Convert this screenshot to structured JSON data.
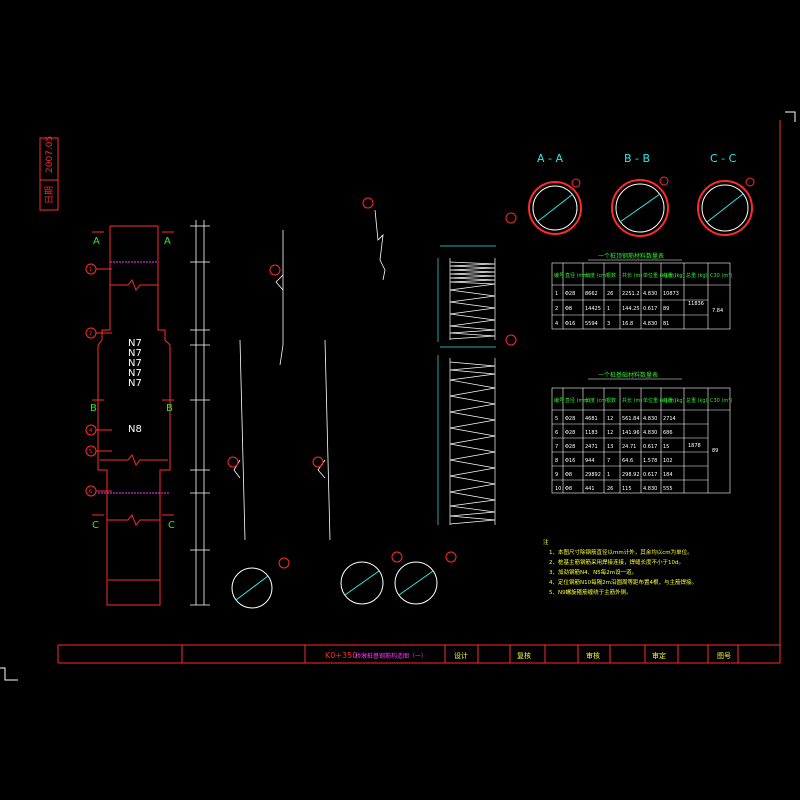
{
  "stamp": {
    "date": "2007.05",
    "label": "日期"
  },
  "sections": {
    "aa": "A - A",
    "bb": "B - B",
    "cc": "C - C",
    "a_left": "A",
    "a_right": "A",
    "b_left": "B",
    "b_right": "B",
    "c_left": "C",
    "c_right": "C"
  },
  "pier": {
    "n7_labels": [
      "N7",
      "N7",
      "N7",
      "N7",
      "N7"
    ],
    "n8_label": "N8",
    "callouts": [
      "1",
      "2",
      "4",
      "5",
      "6"
    ]
  },
  "table1": {
    "title": "一个桩顶钢筋材料数量表",
    "headers": [
      "编号",
      "直径\n(mm)",
      "长度\n(cm)",
      "根数",
      "共长\n(m)",
      "单位重\n(kg/m)",
      "共重\n(kg)",
      "总重\n(kg)",
      "C30\n(m³)"
    ],
    "rows": [
      [
        "1",
        "Φ28",
        "8662",
        "26",
        "2251.2",
        "4.830",
        "10873",
        "11836",
        "7.84"
      ],
      [
        "2",
        "Φ8",
        "14425",
        "1",
        "144.25",
        "0.617",
        "89",
        "",
        ""
      ],
      [
        "4",
        "Φ16",
        "5594",
        "3",
        "16.8",
        "4.830",
        "81",
        "",
        ""
      ]
    ]
  },
  "table2": {
    "title": "一个桩基础材料数量表",
    "headers": [
      "编号",
      "直径\n(mm)",
      "长度\n(cm)",
      "根数",
      "共长\n(m)",
      "单位重\n(kg/m)",
      "共重\n(kg)",
      "总重\n(kg)",
      "C30\n(m³)"
    ],
    "rows": [
      [
        "5",
        "Φ28",
        "4681",
        "12",
        "561.84",
        "4.830",
        "2714",
        "1878",
        "89"
      ],
      [
        "6",
        "Φ28",
        "1183",
        "12",
        "141.96",
        "4.830",
        "686",
        "",
        ""
      ],
      [
        "7",
        "Φ28",
        "2471",
        "13",
        "24.71",
        "0.617",
        "15",
        "",
        ""
      ],
      [
        "8",
        "Φ16",
        "944",
        "7",
        "64.6",
        "1.578",
        "102",
        "",
        ""
      ],
      [
        "9",
        "Φ8",
        "29892",
        "1",
        "298.92",
        "0.617",
        "184",
        "",
        ""
      ],
      [
        "10",
        "Φ8",
        "441",
        "26",
        "115",
        "4.830",
        "555",
        "",
        ""
      ]
    ]
  },
  "notes": {
    "title": "注",
    "lines": [
      "1、本图尺寸除钢筋直径以mm计外，其余均以cm为单位。",
      "2、桩基主筋钢筋采用焊接连接，焊缝长度不小于10d。",
      "3、加劲钢筋N4、N5每2m设一道。",
      "4、定位钢筋N10每隔2m沿圆周等距布置4根，与主筋焊接。",
      "5、N9螺旋箍筋缠绕于主筋外侧。"
    ]
  },
  "title_block": {
    "project": "K0+350",
    "drawing_name": "桥墩桩基钢筋构造图（一）",
    "designer": "设计",
    "checker": "复核",
    "reviewer": "审核",
    "approver": "审定",
    "drawing_no": "图号"
  },
  "colors": {
    "background": "#000000",
    "red": "#ff2a2a",
    "green": "#2ee82e",
    "cyan": "#2ee8e8",
    "white": "#ffffff",
    "yellow": "#ffff33",
    "magenta": "#ff33ff"
  }
}
